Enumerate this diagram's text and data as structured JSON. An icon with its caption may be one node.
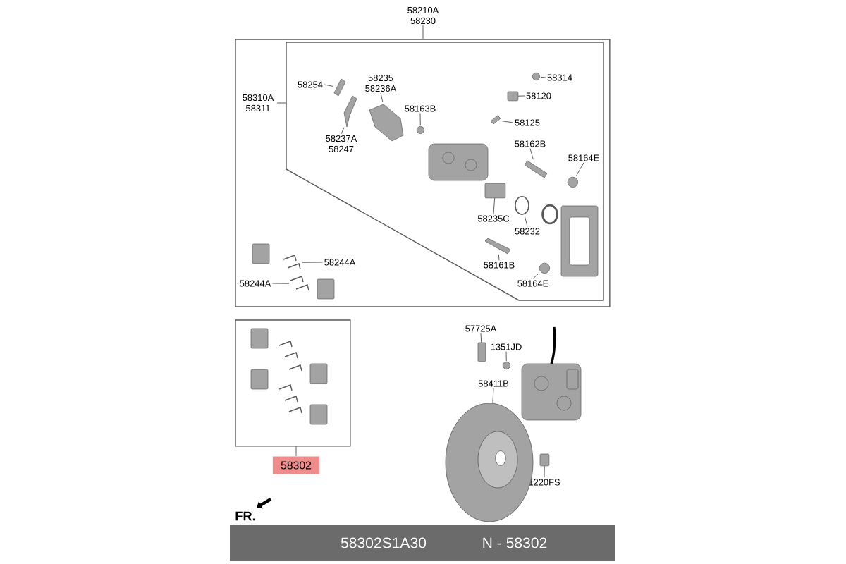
{
  "diagram": {
    "nodes": [
      {
        "text": [],
        "shape": "box"
      },
      {
        "text": [],
        "shape": "box",
        "in": 0
      },
      {
        "text": [
          "58210A 58230"
        ]
      },
      {
        "text": [
          "58310A 58311"
        ],
        "in": 0
      },
      {
        "text": [
          "58254"
        ],
        "in": 1
      },
      {
        "text": [
          "58235 58236A"
        ],
        "in": 1
      },
      {
        "text": [
          "58237A 58247"
        ],
        "in": 1
      },
      {
        "text": [
          "58163B"
        ],
        "in": 1
      },
      {
        "text": [
          "58314"
        ],
        "in": 1
      },
      {
        "text": [
          "58120"
        ],
        "in": 1
      },
      {
        "text": [
          "58125"
        ],
        "in": 1
      },
      {
        "text": [
          "58162B"
        ],
        "in": 1
      },
      {
        "text": [
          "58164E"
        ],
        "in": 1
      },
      {
        "text": [
          "58235C"
        ],
        "in": 1
      },
      {
        "text": [
          "58232"
        ],
        "in": 1
      },
      {
        "text": [
          "58161B"
        ],
        "in": 1
      },
      {
        "text": [
          "58164E"
        ],
        "in": 1
      },
      {
        "text": [
          "58244A"
        ],
        "in": 0
      },
      {
        "text": [
          "58244A"
        ],
        "in": 0
      },
      {
        "text": [],
        "shape": "box"
      },
      {
        "text": [
          "58302"
        ]
      },
      {
        "text": [
          "57725A"
        ]
      },
      {
        "text": [
          "1351JD"
        ]
      },
      {
        "text": [
          "58411B"
        ]
      },
      {
        "text": [
          "1220FS"
        ]
      },
      {
        "text": [],
        "shape": "picture",
        "in": 1
      },
      {
        "text": [],
        "shape": "picture",
        "in": 1
      },
      {
        "text": [],
        "shape": "picture",
        "in": 1
      },
      {
        "text": [],
        "shape": "circle",
        "in": 1
      },
      {
        "text": [],
        "shape": "circle",
        "in": 1
      },
      {
        "text": [],
        "shape": "box",
        "in": 1
      },
      {
        "text": [],
        "shape": "picture",
        "in": 1
      },
      {
        "text": [],
        "shape": "picture",
        "in": 1
      },
      {
        "text": [],
        "shape": "circle",
        "in": 1
      },
      {
        "text": [],
        "shape": "box",
        "in": 1
      },
      {
        "text": [],
        "shape": "circle",
        "in": 1
      },
      {
        "text": [],
        "shape": "picture",
        "in": 1
      },
      {
        "text": [],
        "shape": "circle",
        "in": 1
      },
      {
        "text": [],
        "shape": "picture",
        "in": 0
      },
      {
        "text": [],
        "shape": "picture",
        "in": 0
      },
      {
        "text": [],
        "shape": "box"
      },
      {
        "text": [],
        "shape": "circle"
      },
      {
        "text": [],
        "shape": "picture"
      },
      {
        "text": [],
        "shape": "box"
      }
    ],
    "edges": [
      {
        "from": 2,
        "to": 0,
        "arrow": "none"
      },
      {
        "from": 3,
        "to": 1,
        "arrow": "none"
      },
      {
        "from": 4,
        "to": 25,
        "arrow": "none"
      },
      {
        "from": 5,
        "to": 26,
        "arrow": "none"
      },
      {
        "from": 6,
        "to": 27,
        "arrow": "none"
      },
      {
        "from": 7,
        "to": 28,
        "arrow": "none"
      },
      {
        "from": 8,
        "to": 29,
        "arrow": "none"
      },
      {
        "from": 9,
        "to": 30,
        "arrow": "none"
      },
      {
        "from": 10,
        "to": 31,
        "arrow": "none"
      },
      {
        "from": 11,
        "to": 32,
        "arrow": "none"
      },
      {
        "from": 12,
        "to": 33,
        "arrow": "none"
      },
      {
        "from": 13,
        "to": 34,
        "arrow": "none"
      },
      {
        "from": 14,
        "to": 35,
        "arrow": "none"
      },
      {
        "from": 15,
        "to": 36,
        "arrow": "none"
      },
      {
        "from": 16,
        "to": 37,
        "arrow": "none"
      },
      {
        "from": 17,
        "to": 38,
        "arrow": "none"
      },
      {
        "from": 18,
        "to": 39,
        "arrow": "none"
      },
      {
        "from": 20,
        "to": 19,
        "arrow": "none"
      },
      {
        "from": 21,
        "to": 40,
        "arrow": "none"
      },
      {
        "from": 22,
        "to": 41,
        "arrow": "none"
      },
      {
        "from": 23,
        "to": 42,
        "arrow": "none"
      },
      {
        "from": 24,
        "to": 43,
        "arrow": "none"
      }
    ],
    "labels": [
      "FR.",
      "58302S1A30",
      "N - 58302"
    ]
  }
}
